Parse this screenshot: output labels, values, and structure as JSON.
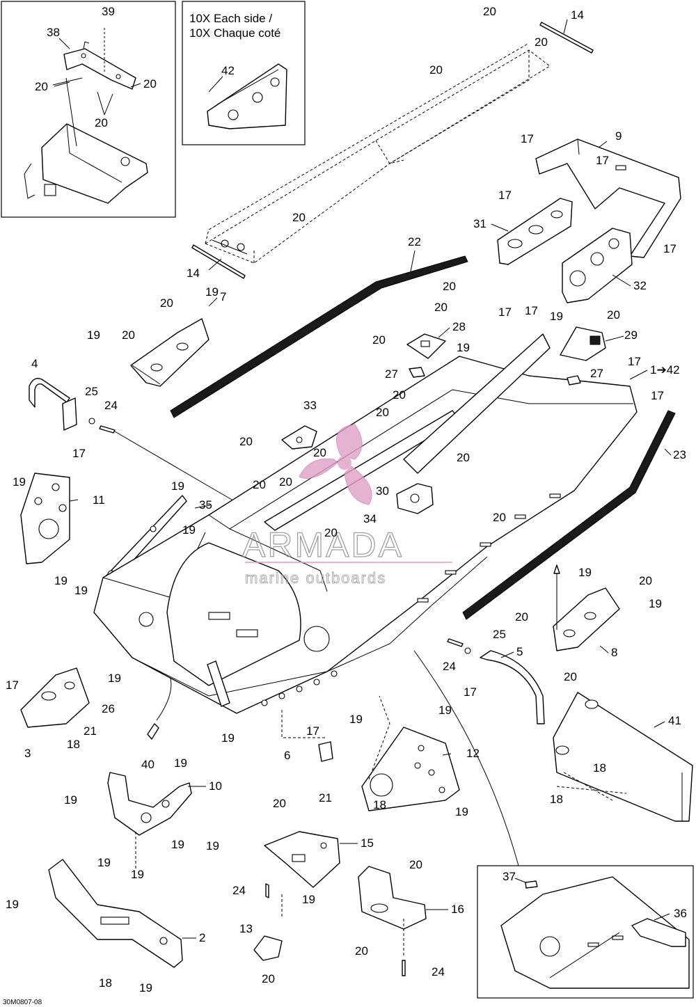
{
  "note": {
    "line1": "10X Each side /",
    "line2": "10X Chaque coté"
  },
  "diagram_code": "30M0807-08",
  "watermark": {
    "brand": "ARMADA",
    "tagline": "marine outboards",
    "color": "#e0a0c8"
  },
  "callouts": {
    "c1": "39",
    "c2": "38",
    "c3": "20",
    "c4": "20",
    "c5": "20",
    "c6": "42",
    "c7": "20",
    "c8": "14",
    "c9": "20",
    "c10": "20",
    "c11": "9",
    "c12": "17",
    "c13": "17",
    "c14": "17",
    "c15": "20",
    "c16": "31",
    "c17": "17",
    "c18": "14",
    "c19": "32",
    "c20": "22",
    "c21": "20",
    "c22": "19",
    "c23": "20",
    "c24": "7",
    "c25": "19",
    "c26": "20",
    "c27": "20",
    "c28": "28",
    "c29": "17",
    "c30": "17",
    "c31": "19",
    "c32": "20",
    "c33": "20",
    "c34": "19",
    "c35": "29",
    "c36": "27",
    "c37": "17",
    "c38": "1➔42",
    "c39": "27",
    "c40": "17",
    "c41": "4",
    "c42": "25",
    "c43": "24",
    "c44": "17",
    "c45": "20",
    "c46": "20",
    "c47": "33",
    "c48": "23",
    "c49": "20",
    "c50": "20",
    "c51": "20",
    "c52": "19",
    "c53": "11",
    "c54": "19",
    "c55": "35",
    "c56": "20",
    "c57": "20",
    "c58": "30",
    "c59": "34",
    "c60": "19",
    "c61": "20",
    "c62": "20",
    "c63": "19",
    "c64": "19",
    "c65": "19",
    "c66": "20",
    "c67": "19",
    "c68": "20",
    "c69": "25",
    "c70": "5",
    "c71": "24",
    "c72": "8",
    "c73": "17",
    "c74": "20",
    "c75": "17",
    "c76": "26",
    "c77": "19",
    "c78": "21",
    "c79": "3",
    "c80": "18",
    "c81": "17",
    "c82": "19",
    "c83": "19",
    "c84": "41",
    "c85": "6",
    "c86": "12",
    "c87": "40",
    "c88": "19",
    "c89": "18",
    "c90": "19",
    "c91": "18",
    "c92": "10",
    "c93": "19",
    "c94": "21",
    "c95": "19",
    "c96": "20",
    "c97": "19",
    "c98": "19",
    "c99": "19",
    "c100": "15",
    "c101": "18",
    "c102": "20",
    "c103": "37",
    "c104": "19",
    "c105": "24",
    "c106": "19",
    "c107": "16",
    "c108": "36",
    "c109": "2",
    "c110": "13",
    "c111": "19",
    "c112": "20",
    "c113": "18",
    "c114": "19",
    "c115": "20",
    "c116": "24"
  }
}
